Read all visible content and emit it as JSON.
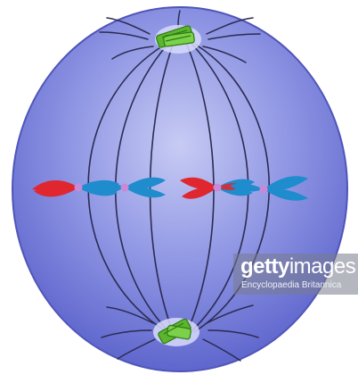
{
  "image": {
    "subject": "",
    "colors": {
      "background": "#ffffff",
      "cell_fill_light": "#c7cbf4",
      "cell_fill_mid": "#8d94e3",
      "cell_fill_dark": "#5f66cd",
      "cell_outline": "#4f55b8",
      "spindle_fiber": "#2b2c52",
      "centrosome": "#5bb52e",
      "chromatid_red": "#e0262f",
      "chromatid_blue": "#1f8ccd",
      "centromere": "#c989d6"
    }
  },
  "watermark": {
    "brand_bold": "getty",
    "brand_regular": "images",
    "credit": "Encyclopaedia Britannica"
  }
}
